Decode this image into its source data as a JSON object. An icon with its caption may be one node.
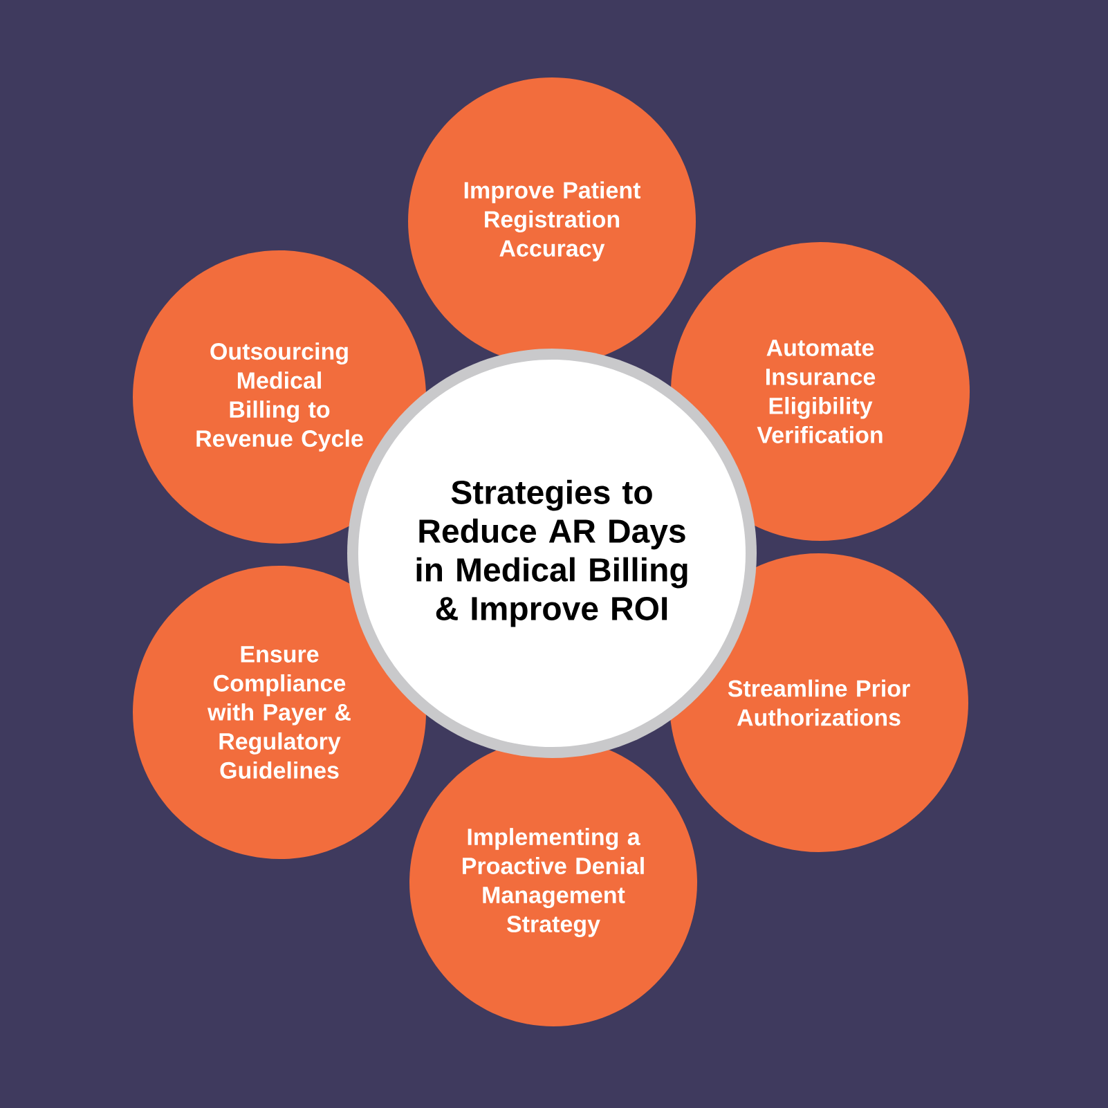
{
  "diagram": {
    "nodes": [
      {
        "text": [
          "Strategies to Reduce AR Days in Medical Billing & Improve ROI"
        ]
      },
      {
        "text": [
          "Improve Patient Registration Accuracy"
        ]
      },
      {
        "text": [
          "Automate Insurance Eligibility Verification"
        ]
      },
      {
        "text": [
          "Streamline Prior Authorizations"
        ]
      },
      {
        "text": [
          "Implementing a Proactive Denial Management Strategy"
        ]
      },
      {
        "text": [
          "Ensure Compliance with Payer & Regulatory Guidelines"
        ]
      },
      {
        "text": [
          "Outsourcing Medical Billing to Revenue Cycle"
        ]
      }
    ],
    "edges": []
  }
}
